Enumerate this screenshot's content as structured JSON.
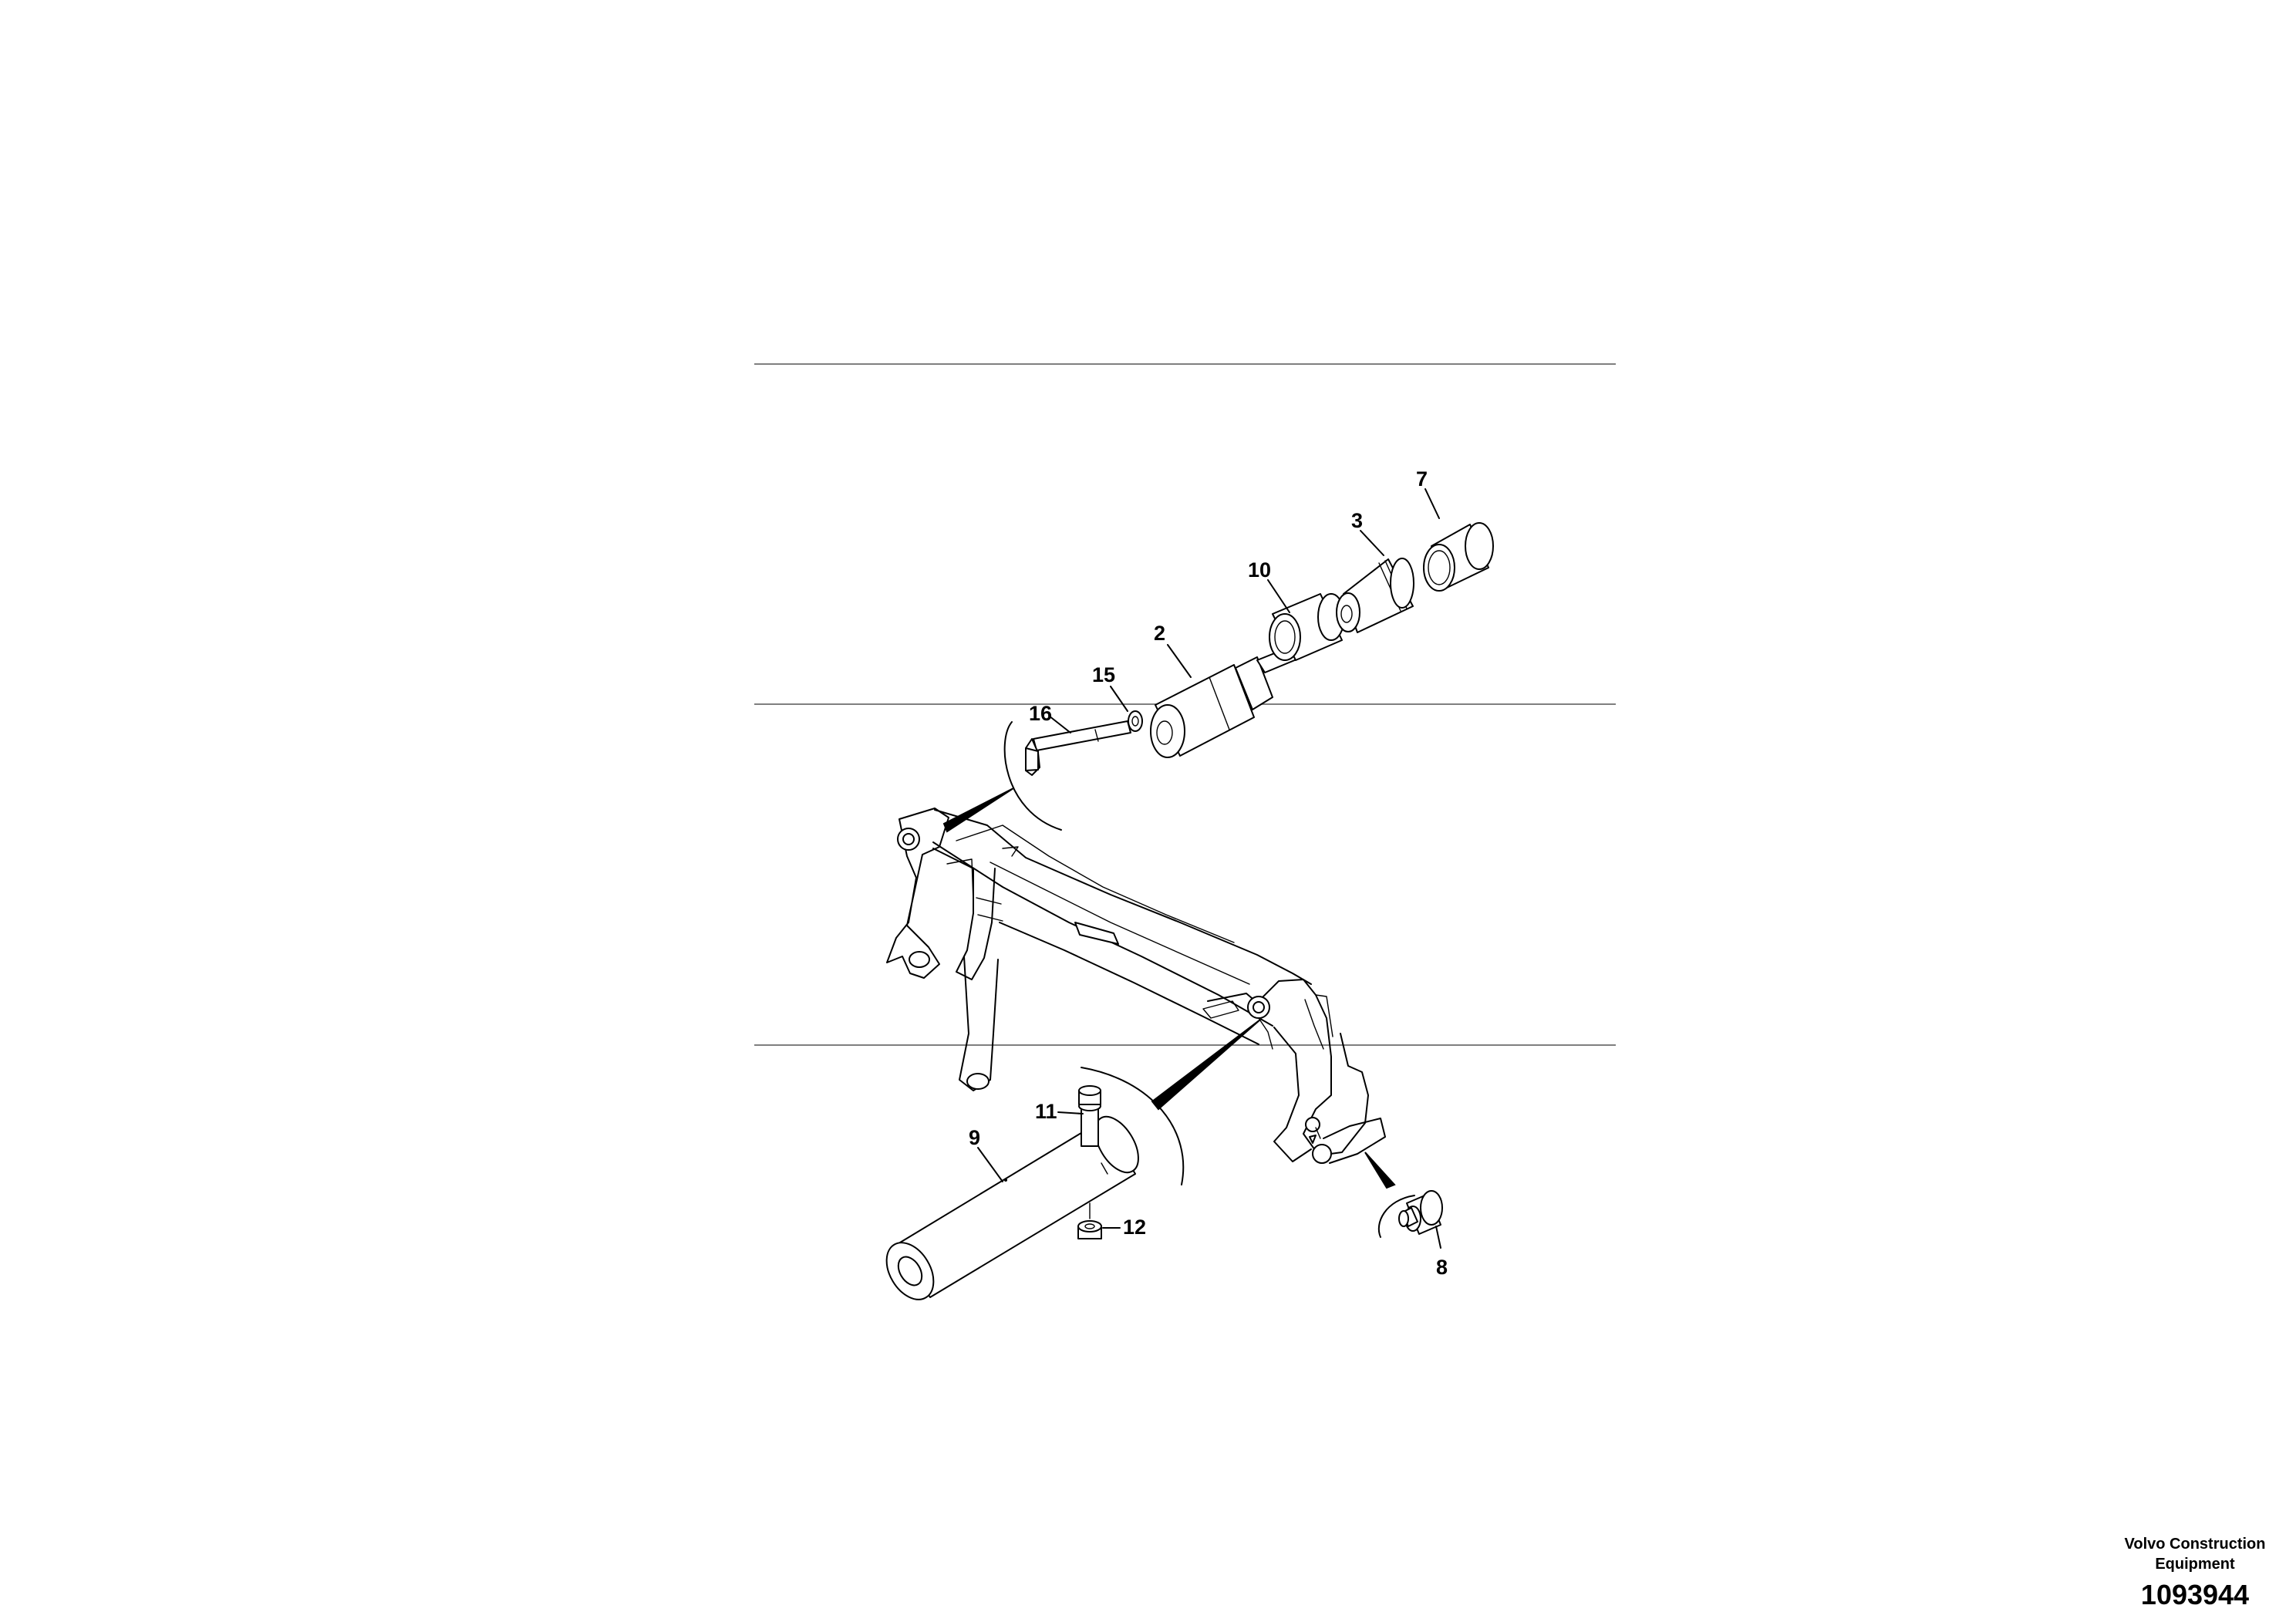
{
  "callouts": {
    "c2": "2",
    "c3": "3",
    "c7": "7",
    "c8": "8",
    "c9": "9",
    "c10": "10",
    "c11": "11",
    "c12": "12",
    "c15": "15",
    "c16": "16"
  },
  "footer": {
    "company_line1": "Volvo Construction",
    "company_line2": "Equipment",
    "drawing_number": "1093944"
  }
}
